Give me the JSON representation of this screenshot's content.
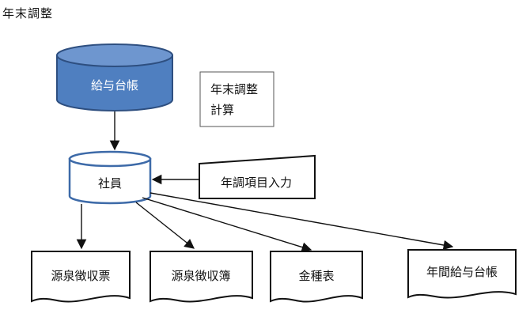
{
  "title": "年末調整",
  "nodes": {
    "master_db": "給与台帳",
    "note_line1": "年末調整",
    "note_line2": "計算",
    "employee_db": "社員",
    "input": "年調項目入力",
    "doc1": "源泉徴収票",
    "doc2": "源泉徴収簿",
    "doc3": "金種表",
    "doc4": "年間給与台帳"
  },
  "colors": {
    "db_fill": "#4f7fc0",
    "db_dark": "#2e4f80",
    "employee_stroke": "#3d6aa8",
    "line": "#111111"
  }
}
